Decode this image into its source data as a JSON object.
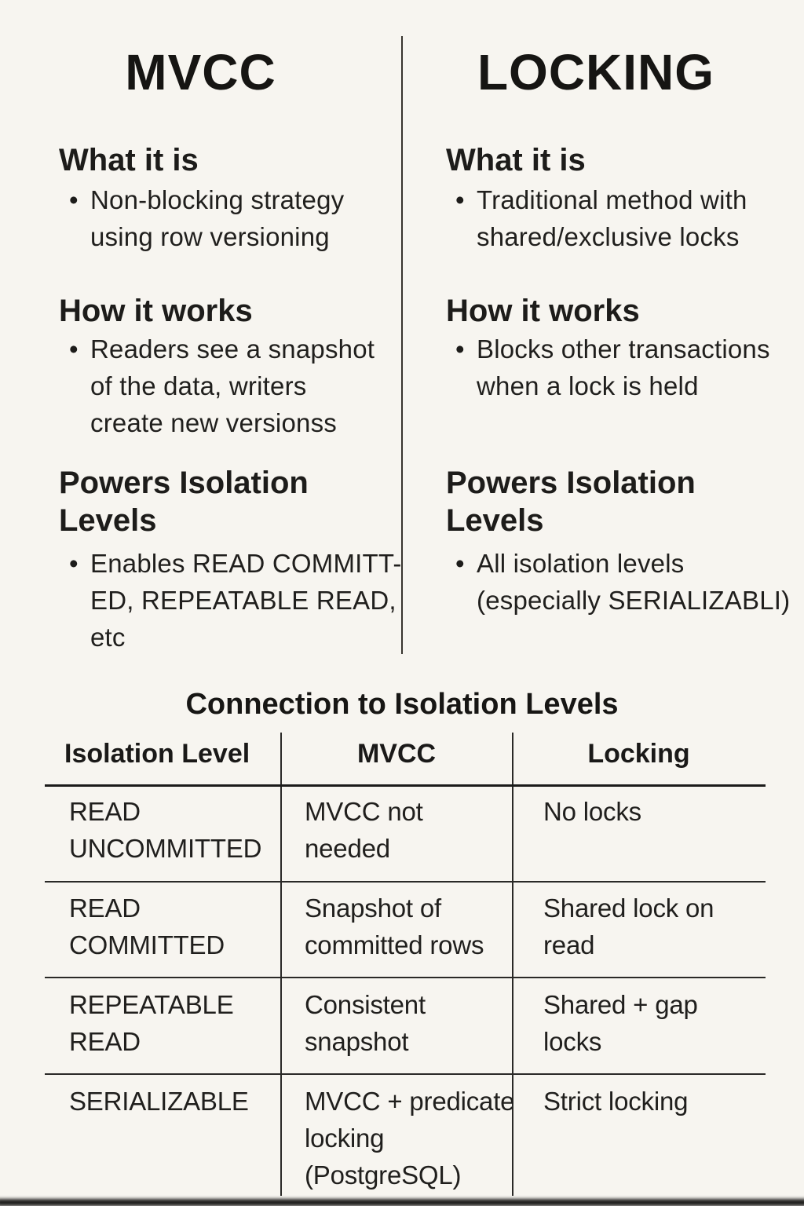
{
  "ui": {
    "bullet": "•"
  },
  "colors": {
    "background": "#f7f5f0",
    "text": "#1b1a18",
    "divider": "#38352f",
    "table_line": "#2a2927"
  },
  "columns": [
    {
      "title": "MVCC",
      "sections": [
        {
          "heading_lines": [
            "What it is"
          ],
          "bullets": [
            {
              "lines": [
                "Non-blocking strategy",
                "using row versioning"
              ]
            }
          ]
        },
        {
          "heading_lines": [
            "How it works"
          ],
          "bullets": [
            {
              "lines": [
                "Readers see a snapshot",
                "of the data, writers",
                "create new versionss"
              ]
            }
          ]
        },
        {
          "heading_lines": [
            "Powers Isolation",
            "Levels"
          ],
          "bullets": [
            {
              "lines": [
                "Enables READ COMMITT-",
                "ED, REPEATABLE READ,",
                "etc"
              ]
            }
          ]
        }
      ]
    },
    {
      "title": "LOCKING",
      "sections": [
        {
          "heading_lines": [
            "What it is"
          ],
          "bullets": [
            {
              "lines": [
                "Traditional method with",
                "shared/exclusive locks"
              ]
            }
          ]
        },
        {
          "heading_lines": [
            "How it works"
          ],
          "bullets": [
            {
              "lines": [
                "Blocks other transactions",
                "when a lock is held"
              ]
            }
          ]
        },
        {
          "heading_lines": [
            "Powers Isolation",
            "Levels"
          ],
          "bullets": [
            {
              "lines": [
                "All isolation levels",
                "(especially SERIALIZABLI)"
              ]
            }
          ]
        }
      ]
    }
  ],
  "table": {
    "title": "Connection to Isolation Levels",
    "headers": [
      "Isolation Level",
      "MVCC",
      "Locking"
    ],
    "rows": [
      {
        "cells": [
          {
            "lines": [
              "READ",
              "UNCOMMITTED"
            ]
          },
          {
            "lines": [
              "MVCC not",
              "needed"
            ]
          },
          {
            "lines": [
              "No locks"
            ]
          }
        ]
      },
      {
        "cells": [
          {
            "lines": [
              "READ",
              "COMMITTED"
            ]
          },
          {
            "lines": [
              "Snapshot of",
              "committed rows"
            ]
          },
          {
            "lines": [
              "Shared lock on",
              "read"
            ]
          }
        ]
      },
      {
        "cells": [
          {
            "lines": [
              "REPEATABLE",
              "READ"
            ]
          },
          {
            "lines": [
              "Consistent",
              "snapshot"
            ]
          },
          {
            "lines": [
              "Shared + gap",
              "locks"
            ]
          }
        ]
      },
      {
        "cells": [
          {
            "lines": [
              "SERIALIZABLE"
            ]
          },
          {
            "lines": [
              "MVCC + predicate",
              "locking",
              "(PostgreSQL)"
            ]
          },
          {
            "lines": [
              "Strict locking"
            ]
          }
        ]
      }
    ]
  }
}
